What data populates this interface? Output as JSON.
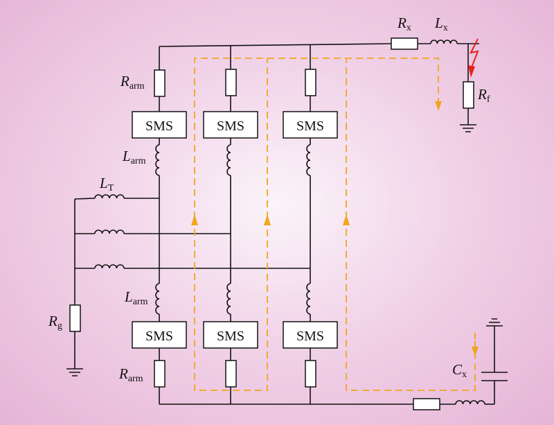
{
  "labels": {
    "rx": {
      "main": "R",
      "sub": "x"
    },
    "lx": {
      "main": "L",
      "sub": "x"
    },
    "rarm_top": {
      "main": "R",
      "sub": "arm"
    },
    "rf": {
      "main": "R",
      "sub": "f"
    },
    "larm_top": {
      "main": "L",
      "sub": "arm"
    },
    "lt": {
      "main": "L",
      "sub": "T"
    },
    "larm_bottom": {
      "main": "L",
      "sub": "arm"
    },
    "rg": {
      "main": "R",
      "sub": "g"
    },
    "rarm_bottom": {
      "main": "R",
      "sub": "arm"
    },
    "cx": {
      "main": "C",
      "sub": "x"
    }
  },
  "sms_label": "SMS",
  "colors": {
    "current_path": "#f2a51e",
    "fault": "#e8221b",
    "wire": "#111111"
  }
}
